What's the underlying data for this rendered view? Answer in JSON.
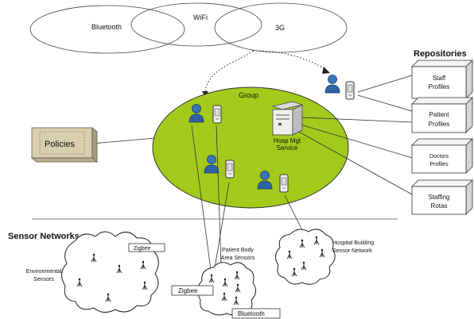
{
  "networks": {
    "bluetooth": "Bluetooth",
    "wifi": "WiFi",
    "threeg": "3G"
  },
  "group": {
    "label": "Group",
    "server_label_1": "Hosp Mgt",
    "server_label_2": "Service"
  },
  "repositories": {
    "title": "Repositories",
    "items": [
      {
        "line1": "Staff",
        "line2": "Profiles"
      },
      {
        "line1": "Patient",
        "line2": "Profiles"
      },
      {
        "line1": "Doctors",
        "line2": "Profiles"
      },
      {
        "line1": "Staffing",
        "line2": "Rotas"
      }
    ]
  },
  "policies": {
    "label": "Policies"
  },
  "sensor_networks": {
    "title": "Sensor Networks",
    "environmental": {
      "line1": "Environmental",
      "line2": "Sensors"
    },
    "env_zigbee": "Zigbee",
    "body": {
      "line1": "Patient Body",
      "line2": "Area Sensors"
    },
    "body_zigbee": "Zigbee",
    "body_bluetooth": "Bluetooth",
    "hospital": {
      "line1": "Hospital Building",
      "line2": "Sensor Network"
    }
  },
  "colors": {
    "group_fill": "#a3c91a",
    "policies_fill": "#d8cfae",
    "accent": "#1f5fa8"
  }
}
